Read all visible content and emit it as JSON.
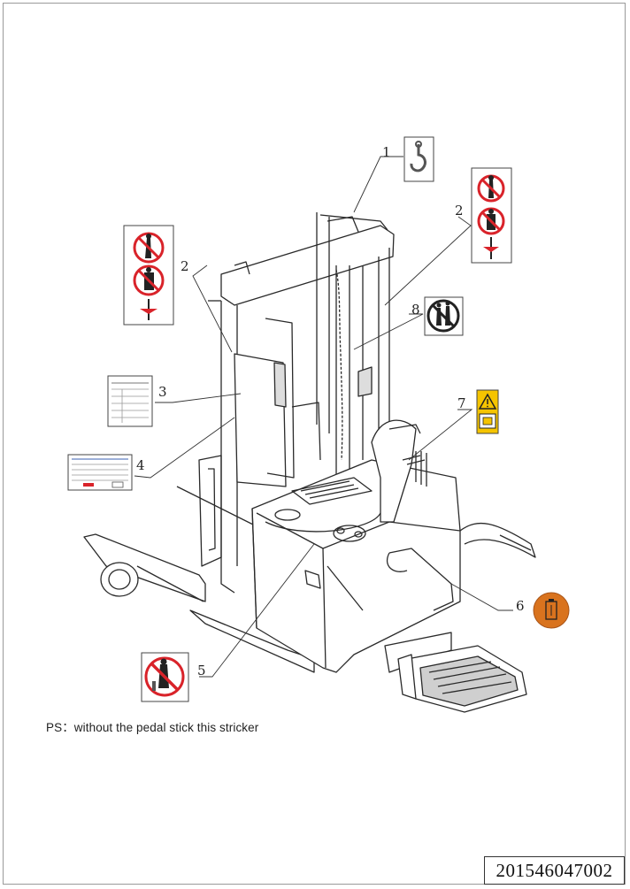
{
  "document": {
    "note": "PS：without the pedal stick this stricker",
    "doc_number": "201546047002"
  },
  "callouts": [
    "1",
    "2",
    "2",
    "3",
    "4",
    "5",
    "6",
    "7",
    "8"
  ],
  "label_icons": {
    "1": "hook-icon",
    "2": "no-standing-under-fork-icon",
    "3": "capacity-plate-icon",
    "4": "nameplate-icon",
    "5": "no-standing-on-platform-icon",
    "6": "battery-icon",
    "7": "warning-triangle-icon",
    "8": "no-riding-icon"
  },
  "colors": {
    "prohibition_red": "#d9232a",
    "warning_yellow": "#f5c400",
    "battery_orange": "#d9731e"
  }
}
